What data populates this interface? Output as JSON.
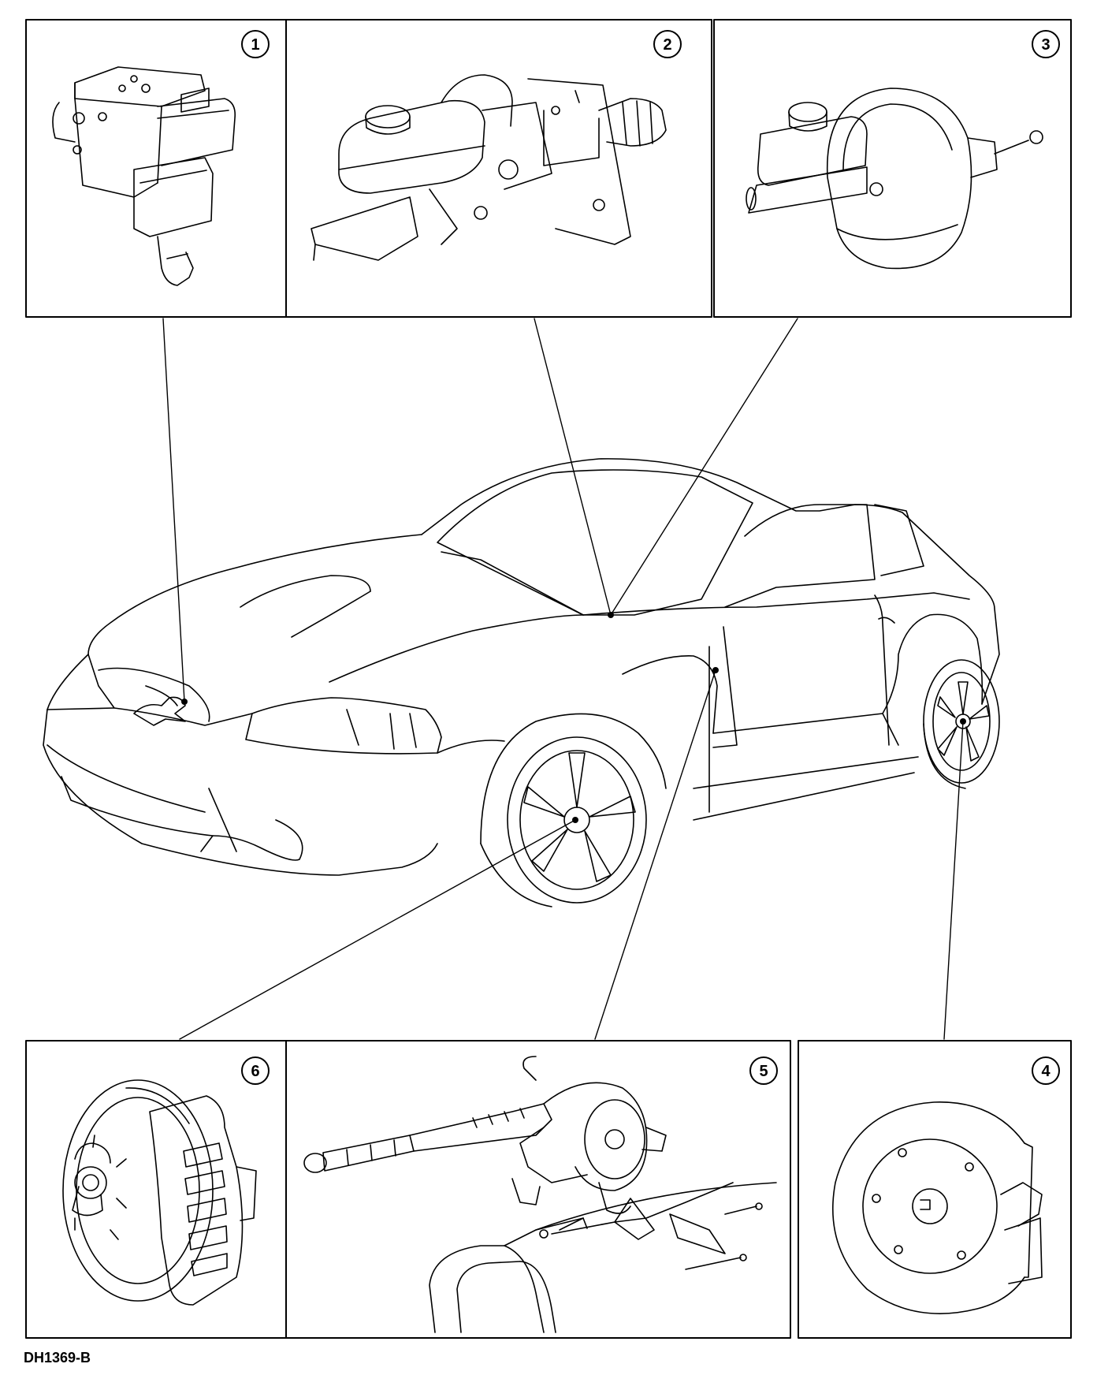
{
  "figure_ref": "DH1369-B",
  "callouts": [
    {
      "id": "1",
      "label": "1",
      "component": "abs-module-icon"
    },
    {
      "id": "2",
      "label": "2",
      "component": "master-cylinder-assembly-icon"
    },
    {
      "id": "3",
      "label": "3",
      "component": "brake-booster-icon"
    },
    {
      "id": "4",
      "label": "4",
      "component": "rear-brake-icon"
    },
    {
      "id": "5",
      "label": "5",
      "component": "parking-brake-icon"
    },
    {
      "id": "6",
      "label": "6",
      "component": "front-disc-brake-icon"
    }
  ],
  "colors": {
    "line": "#000000",
    "background": "#ffffff"
  }
}
